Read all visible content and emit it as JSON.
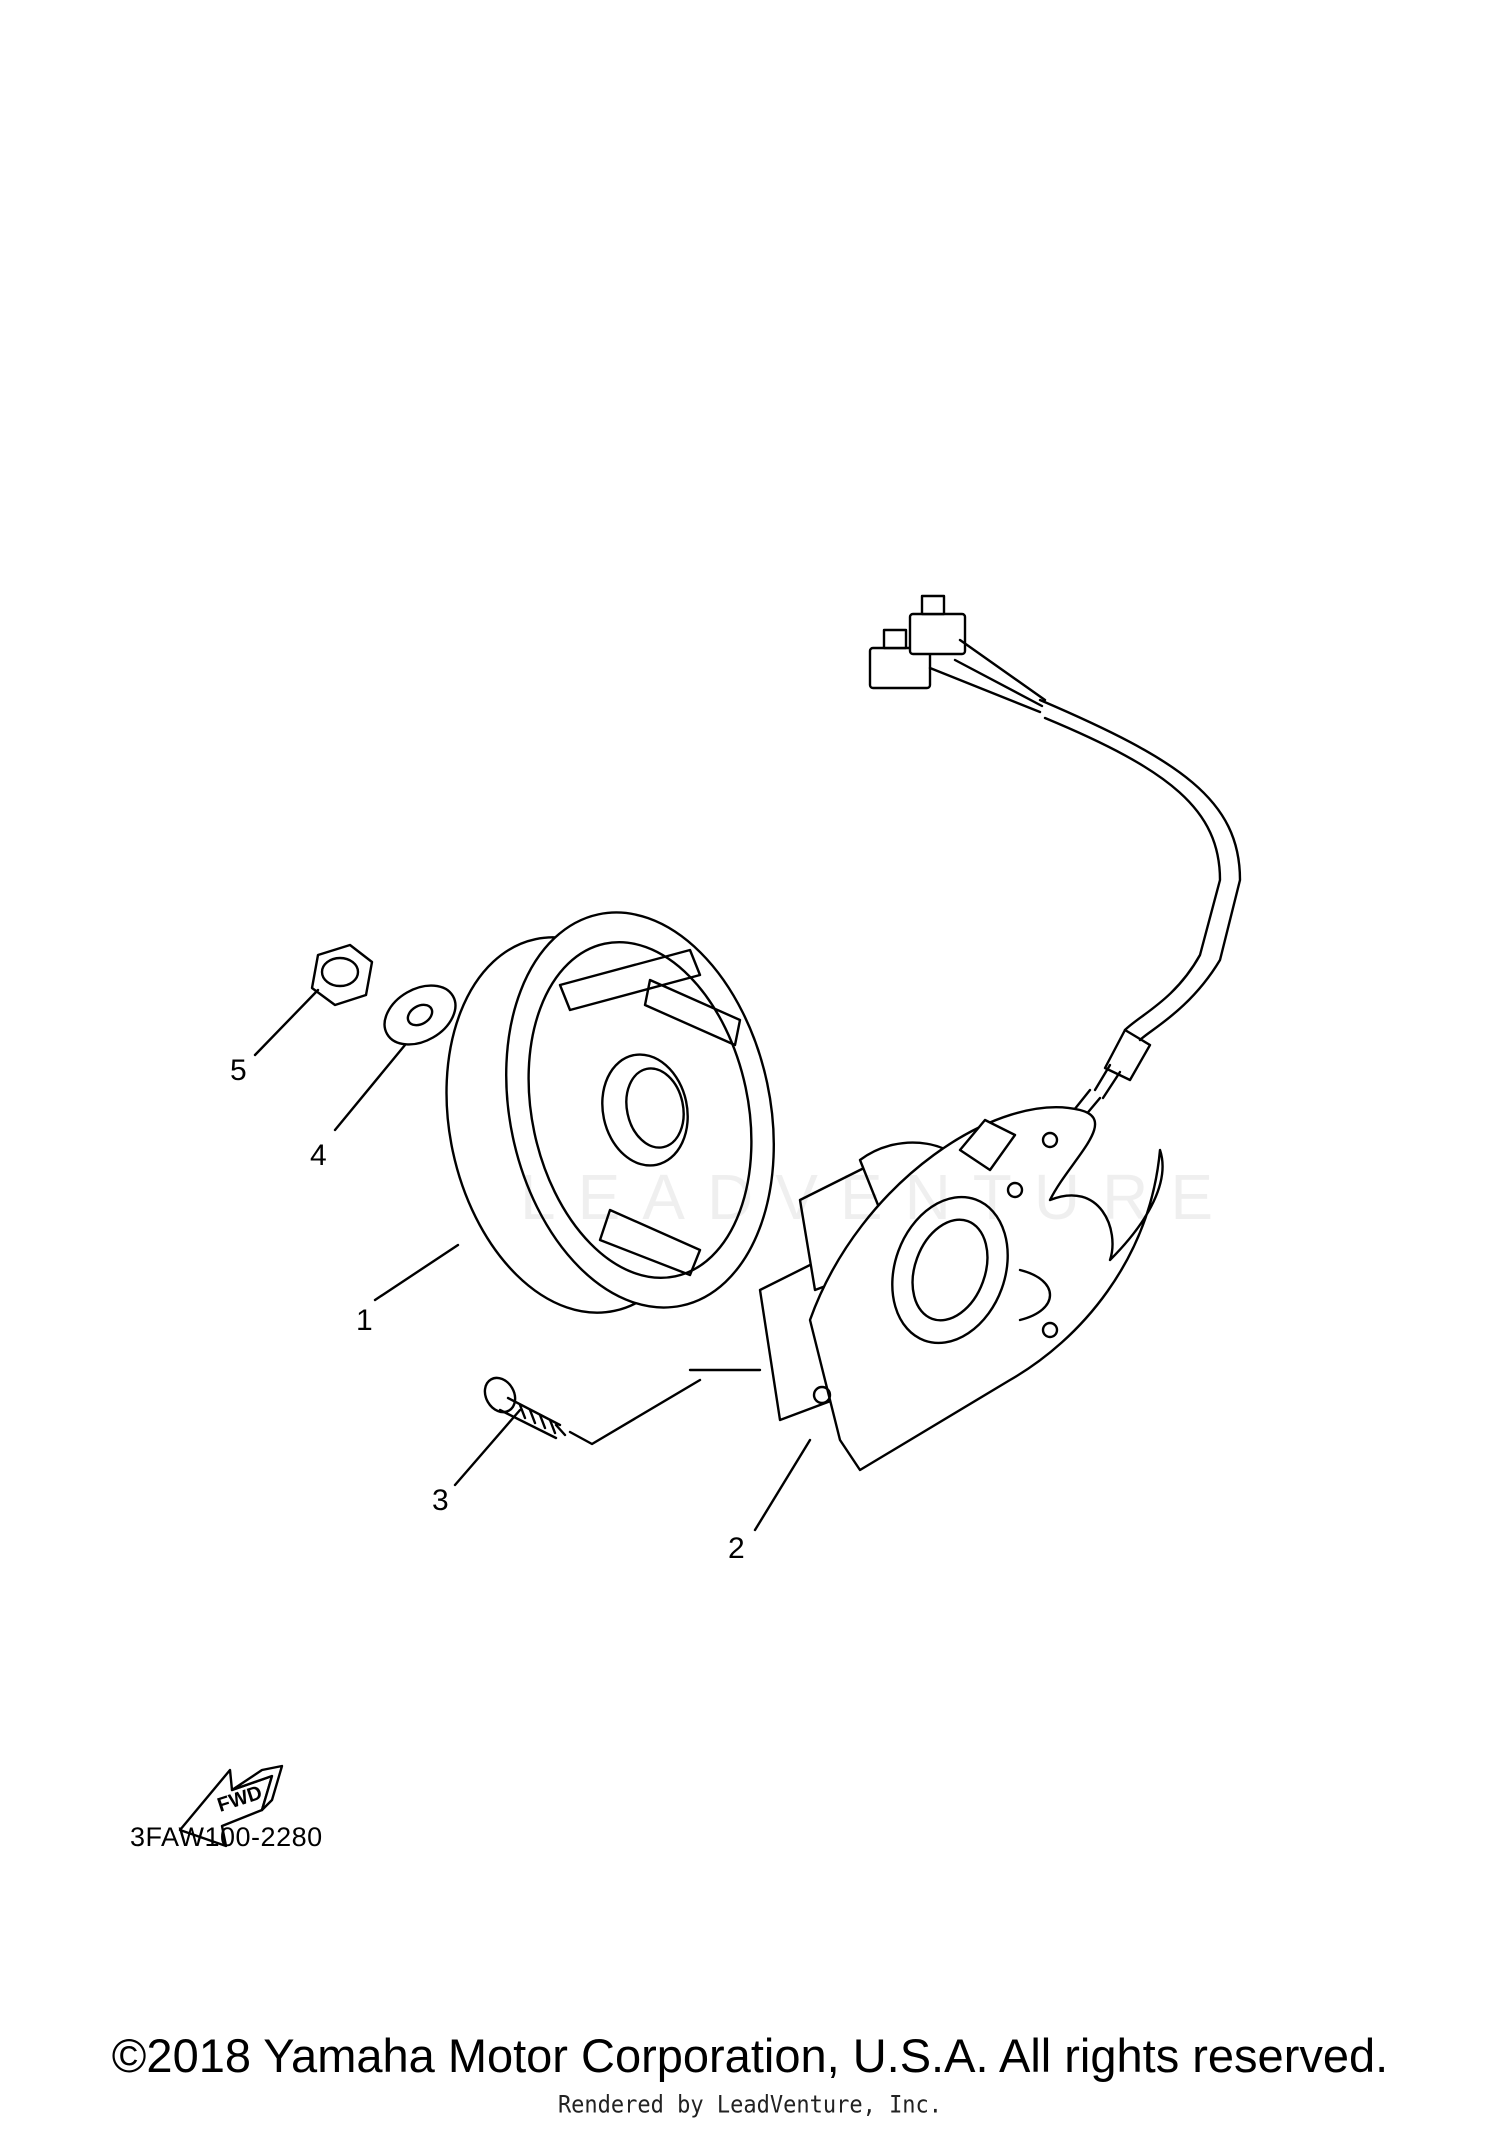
{
  "diagram": {
    "callouts": [
      {
        "id": "1",
        "label": "1"
      },
      {
        "id": "2",
        "label": "2"
      },
      {
        "id": "3",
        "label": "3"
      },
      {
        "id": "4",
        "label": "4"
      },
      {
        "id": "5",
        "label": "5"
      }
    ],
    "fwd_label": "FWD",
    "diagram_code": "3FAW100-2280",
    "watermark_text": "LEADVENTURE",
    "copyright": "©2018 Yamaha Motor Corporation, U.S.A. All rights reserved.",
    "rendered_by": "Rendered by LeadVenture, Inc."
  }
}
